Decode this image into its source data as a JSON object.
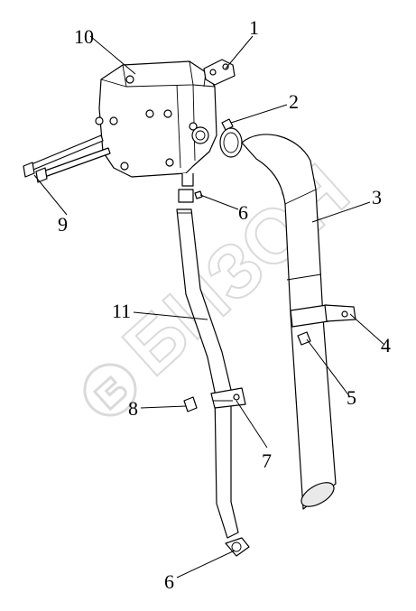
{
  "watermark": {
    "text": "БИЗОН"
  },
  "callouts": {
    "c1": "1",
    "c2": "2",
    "c3": "3",
    "c4": "4",
    "c5": "5",
    "c6a": "6",
    "c6b": "6",
    "c7": "7",
    "c8": "8",
    "c9": "9",
    "c10": "10",
    "c11": "11"
  },
  "colors": {
    "line": "#000000",
    "watermark": "#dadada",
    "background": "#ffffff"
  }
}
